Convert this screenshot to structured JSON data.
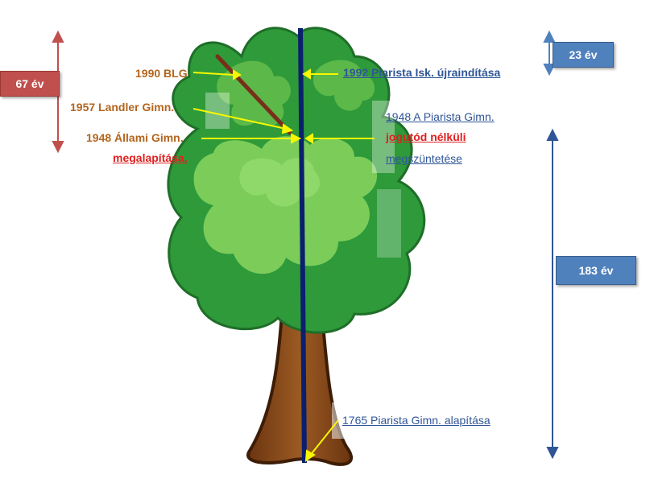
{
  "badges": {
    "years_67": "67 év",
    "years_23": "23 év",
    "years_183": "183 év"
  },
  "labels": {
    "blg_1990": "1990 BLG",
    "landler_1957": "1957 Landler  Gimn.",
    "allami_1948": "1948 Állami Gimn.",
    "megalapitasa": "megalapítása.",
    "piarista_1992": "1992 Piarista Isk. újraindítása",
    "piarista_1948": "1948 A Piarista Gimn.",
    "jogutod": "jogutód nélküli",
    "megszuntetese": "megszüntetése",
    "piarista_1765": "1765 Piarista Gimn.  alapítása"
  },
  "colors": {
    "red_badge": "#c0504d",
    "blue_badge": "#4f81bd",
    "brown_text": "#b3651e",
    "red_text": "#e02020",
    "blue_text": "#2f5597",
    "pointer_yellow": "#f7f700",
    "trunk_line": "#0a1f6e",
    "branch_line": "#7a2e1a",
    "foliage_dark": "#2e9a3a",
    "foliage_light": "#7ccc5a"
  }
}
